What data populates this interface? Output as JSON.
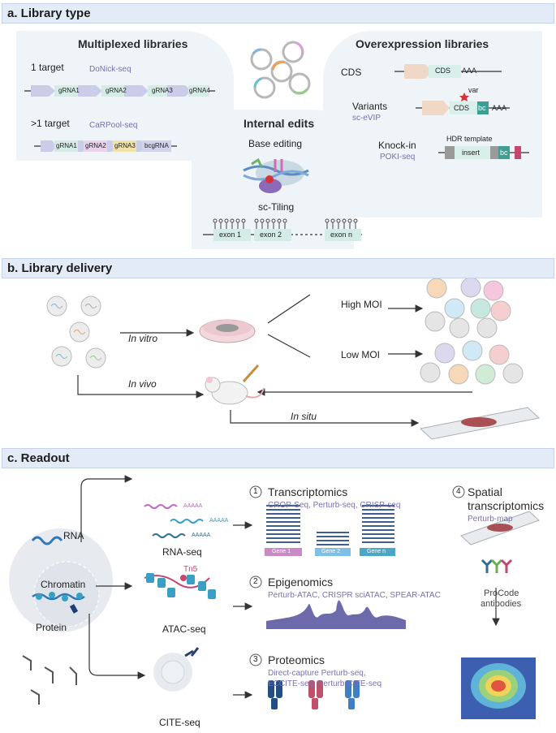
{
  "sections": {
    "a": "a. Library type",
    "b": "b. Library delivery",
    "c": "c. Readout"
  },
  "library_type": {
    "multiplexed": {
      "title": "Multiplexed libraries",
      "one_target": "1 target",
      "one_target_method": "DoNick-seq",
      "one_target_guides": [
        "gRNA1",
        "gRNA2",
        "gRNA3",
        "gRNA4"
      ],
      "multi_target": ">1 target",
      "multi_target_method": "CaRPool-seq",
      "multi_target_guides": [
        "gRNA1",
        "gRNA2",
        "gRNA3",
        "bcgRNA"
      ]
    },
    "overexpression": {
      "title": "Overexpression libraries",
      "cds": "CDS",
      "cds_box": "CDS",
      "polya": "AAA",
      "variants": "Variants",
      "variants_method": "sc-eVIP",
      "var": "var",
      "bc": "bc",
      "knockin": "Knock-in",
      "knockin_method": "POKI-seq",
      "hdr_template": "HDR template",
      "insert": "insert"
    },
    "internal_edits": {
      "title": "Internal edits",
      "base_editing": "Base editing",
      "sc_tiling": "sc-Tiling",
      "exons": [
        "exon 1",
        "exon 2",
        "exon n"
      ]
    }
  },
  "delivery": {
    "in_vitro": "In vitro",
    "in_vivo": "In vivo",
    "in_situ": "In situ",
    "high_moi": "High MOI",
    "low_moi": "Low MOI"
  },
  "readout": {
    "cell_labels": {
      "rna": "RNA",
      "chromatin": "Chromatin",
      "protein": "Protein"
    },
    "assays": {
      "rna_seq": "RNA-seq",
      "atac_seq": "ATAC-seq",
      "cite_seq": "CITE-seq",
      "tn5": "Tn5"
    },
    "items": [
      {
        "num": "1",
        "title": "Transcriptomics",
        "methods": [
          "CROP-Seq, Perturb-seq, CRISP-seq"
        ]
      },
      {
        "num": "2",
        "title": "Epigenomics",
        "methods": [
          "Perturb-ATAC, CRISPR sciATAC, SPEAR-ATAC"
        ]
      },
      {
        "num": "3",
        "title": "Proteomics",
        "methods": [
          "Direct-capture Perturb-seq,",
          "ECCITE-seq, Perturb-CITE-seq"
        ]
      },
      {
        "num": "4",
        "title_lines": [
          "Spatial",
          "transcriptomics"
        ],
        "methods": [
          "Perturb-map"
        ]
      }
    ],
    "genes": [
      "Gene 1",
      "Gene 2",
      "Gene n"
    ],
    "polya_tails": [
      "AAAAA",
      "AAAAA",
      "AAAAA"
    ],
    "procode": [
      "ProCode",
      "antibodies"
    ]
  },
  "colors": {
    "band": "#e3ebf7",
    "gRNA": "#d5ece6",
    "arrow_block": "#c9cde8",
    "cds": "#d9efe9",
    "bc": "#3f9e94",
    "purple_text": "#7b6fb3",
    "gene1": "#c98ac6",
    "gene2": "#7cc0e8",
    "gene3": "#4aa8c5",
    "atac_peaks": "#6c6aaa"
  }
}
